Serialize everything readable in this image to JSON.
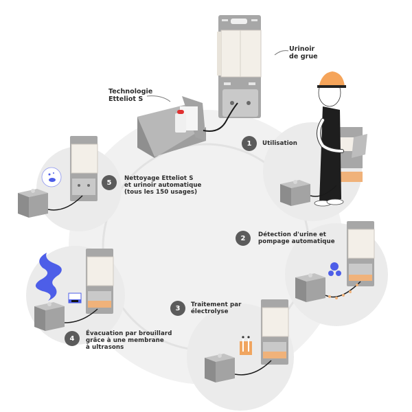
{
  "diagram": {
    "title_callouts": {
      "urinal": "Urinoir\nde grue",
      "technology": "Technologie\nEtteliot S"
    },
    "steps": [
      {
        "number": "1",
        "label": "Utilisation"
      },
      {
        "number": "2",
        "label": "Détection d'urine et\npompage automatique"
      },
      {
        "number": "3",
        "label": "Traitement par\nélectrolyse"
      },
      {
        "number": "4",
        "label": "Évacuation par brouillard\ngrâce à une membrane\nà ultrasons"
      },
      {
        "number": "5",
        "label": "Nettoyage Etteliot S\net urinoir automatique\n(tous les 150 usages)"
      }
    ],
    "colors": {
      "badge": "#5b5b5b",
      "text": "#2b2b2b",
      "helmet": "#f5a45a",
      "orange_band": "#f0b27a",
      "blue_accent": "#4d5ee8",
      "steel": "#9a9a9a",
      "panel": "#f3efe8",
      "bubble": "#ececec"
    }
  }
}
